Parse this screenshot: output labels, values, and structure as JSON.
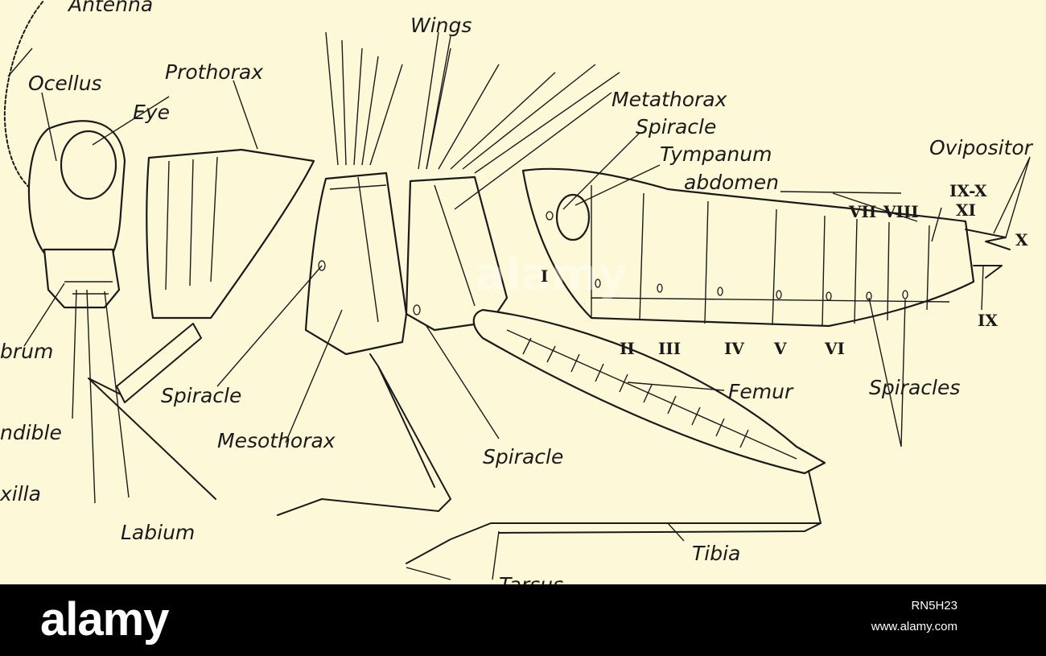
{
  "labels": {
    "antenna": "Antenna",
    "ocellus": "Ocellus",
    "eye": "Eye",
    "prothorax": "Prothorax",
    "wings": "Wings",
    "metathorax": "Metathorax",
    "spiracle_top": "Spiracle",
    "tympanum": "Tympanum",
    "abdomen": "abdomen",
    "ovipositor": "Ovipositor",
    "labrum": "brum",
    "mandible": "ndible",
    "maxilla": "xilla",
    "labium": "Labium",
    "spiracle_pro": "Spiracle",
    "mesothorax": "Mesothorax",
    "spiracle_meta": "Spiracle",
    "femur": "Femur",
    "spiracles": "Spiracles",
    "tibia": "Tibia",
    "tarsus": "Tarsus"
  },
  "segments": {
    "s1": "I",
    "s2": "II",
    "s3": "III",
    "s4": "IV",
    "s5": "V",
    "s6": "VI",
    "s7": "VII",
    "s8": "VIII",
    "s9_10": "IX-X",
    "s11": "XI",
    "s10": "X",
    "s9": "IX"
  },
  "watermark": {
    "brand": "alamy",
    "stock_id": "RN5H23",
    "site": "www.alamy.com"
  },
  "colors": {
    "paper": "#fdf8d8",
    "ink": "#1a1a1a",
    "footer": "#000000"
  }
}
